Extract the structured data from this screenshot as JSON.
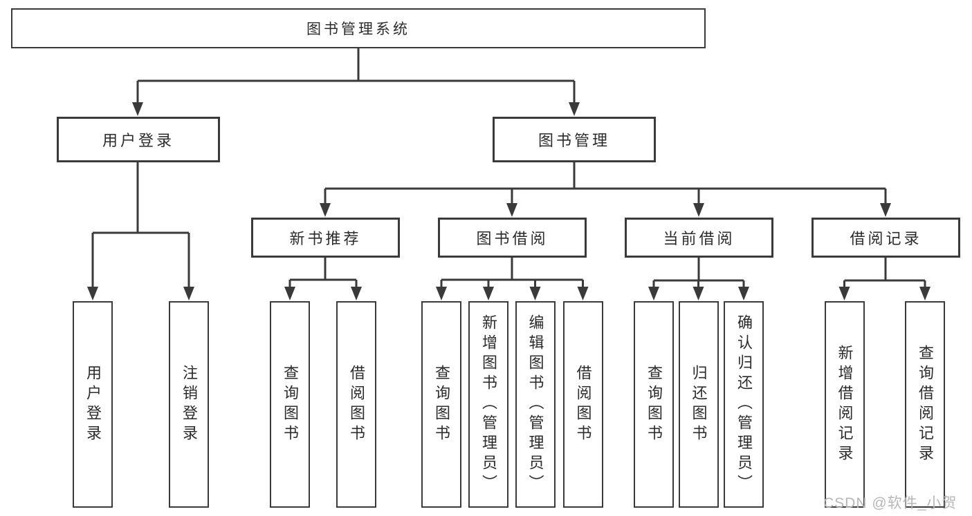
{
  "diagram": {
    "root": "图书管理系统",
    "branches": [
      {
        "label": "用户登录",
        "children": [
          {
            "label": "用户登录"
          },
          {
            "label": "注销登录"
          }
        ]
      },
      {
        "label": "图书管理",
        "children": [
          {
            "label": "新书推荐",
            "children": [
              {
                "label": "查询图书"
              },
              {
                "label": "借阅图书"
              }
            ]
          },
          {
            "label": "图书借阅",
            "children": [
              {
                "label": "查询图书"
              },
              {
                "label": "新增图书（管理员）"
              },
              {
                "label": "编辑图书（管理员）"
              },
              {
                "label": "借阅图书"
              }
            ]
          },
          {
            "label": "当前借阅",
            "children": [
              {
                "label": "查询图书"
              },
              {
                "label": "归还图书"
              },
              {
                "label": "确认归还（管理员）"
              }
            ]
          },
          {
            "label": "借阅记录",
            "children": [
              {
                "label": "新增借阅记录"
              },
              {
                "label": "查询借阅记录"
              }
            ]
          }
        ]
      }
    ]
  },
  "watermark": "CSDN @软件_小贺同学",
  "colors": {
    "line": "#3a3a3a",
    "text": "#2b2b2b",
    "box_background": "#ffffff",
    "page_background": "#ffffff",
    "watermark": "#b7b7b7"
  }
}
